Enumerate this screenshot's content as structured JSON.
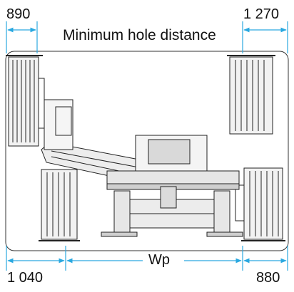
{
  "labels": {
    "top_left": "890",
    "top_right": "1 270",
    "title": "Minimum hole distance",
    "bottom_left": "1 040",
    "bottom_center": "Wp",
    "bottom_right": "880"
  },
  "colors": {
    "dimension_line": "#2aa8e0",
    "drawing_line": "#222222",
    "hatch": "#555555"
  }
}
